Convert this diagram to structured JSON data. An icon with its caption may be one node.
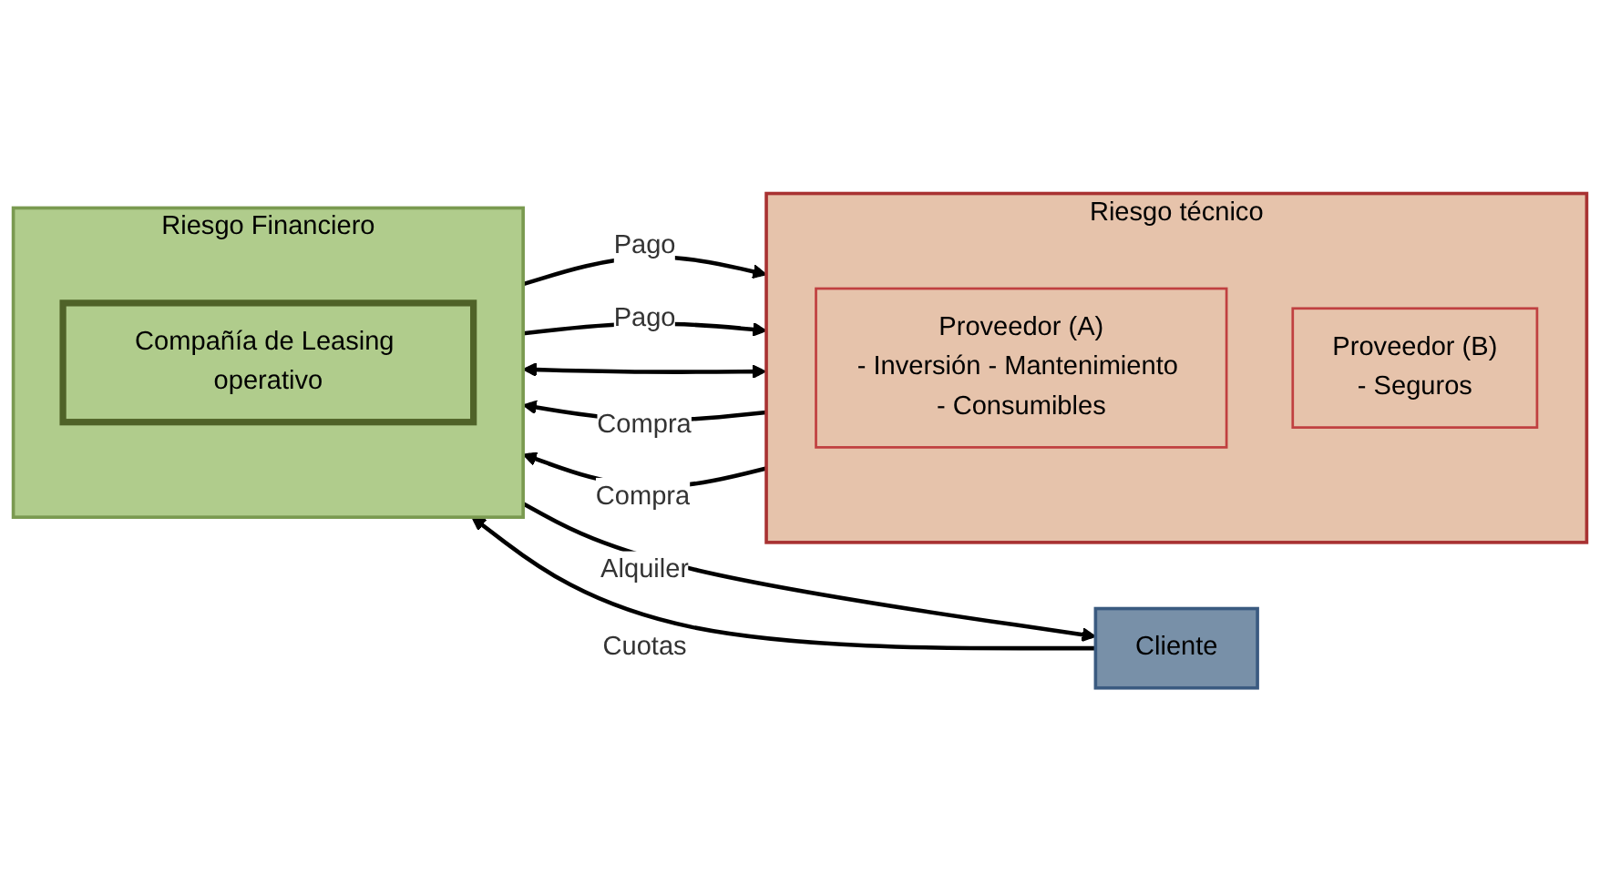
{
  "diagram": {
    "nodes": [
      {
        "text": [
          "Riesgo técnico"
        ]
      },
      {
        "text": [
          "Proveedor (A)",
          "- Inversión - Mantenimiento - Consumibles"
        ],
        "in": 0
      },
      {
        "text": [
          "Proveedor (B)",
          "- Seguros"
        ],
        "in": 0
      },
      {
        "text": [
          "Riesgo Financiero"
        ]
      },
      {
        "text": [
          "Compañía de Leasing operativo"
        ],
        "in": 3
      },
      {
        "text": [
          "Cliente"
        ]
      }
    ],
    "edges": [
      {
        "from": 0,
        "to": 3,
        "arrow": "both"
      },
      {
        "from": 0,
        "to": 3,
        "arrow": "to",
        "label": "Compra"
      },
      {
        "from": 3,
        "to": 0,
        "arrow": "to",
        "label": "Pago"
      },
      {
        "from": 0,
        "to": 3,
        "arrow": "to",
        "label": "Compra"
      },
      {
        "from": 3,
        "to": 0,
        "arrow": "to",
        "label": "Pago"
      },
      {
        "from": 3,
        "to": 5,
        "arrow": "to",
        "label": "Alquiler"
      },
      {
        "from": 5,
        "to": 3,
        "arrow": "to",
        "label": "Cuotas"
      }
    ]
  }
}
